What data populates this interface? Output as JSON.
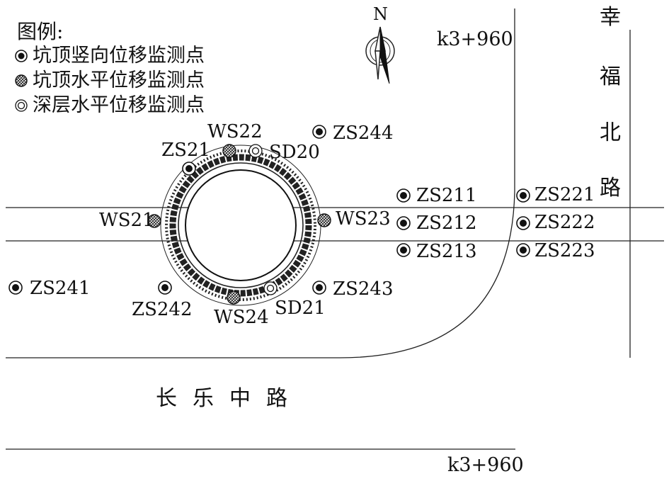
{
  "legend": {
    "title": "图例:",
    "items": [
      {
        "label": "坑顶竖向位移监测点",
        "symbol": "filled-circle-icon"
      },
      {
        "label": "坑顶水平位移监测点",
        "symbol": "hatched-circle-icon"
      },
      {
        "label": "深层水平位移监测点",
        "symbol": "ring-circle-icon"
      }
    ]
  },
  "north_label": "N",
  "km_marks": {
    "top": "k3+960",
    "bottom": "k3+960"
  },
  "roads": {
    "vertical": [
      "幸",
      "福",
      "北",
      "路"
    ],
    "horizontal": "长乐中路"
  },
  "points": {
    "zs21": "ZS21",
    "ws22": "WS22",
    "sd20": "SD20",
    "zs244": "ZS244",
    "ws21": "WS21",
    "ws23": "WS23",
    "zs211": "ZS211",
    "zs212": "ZS212",
    "zs213": "ZS213",
    "zs221": "ZS221",
    "zs222": "ZS222",
    "zs223": "ZS223",
    "zs241": "ZS241",
    "zs242": "ZS242",
    "ws24": "WS24",
    "sd21": "SD21",
    "zs243": "ZS243"
  }
}
